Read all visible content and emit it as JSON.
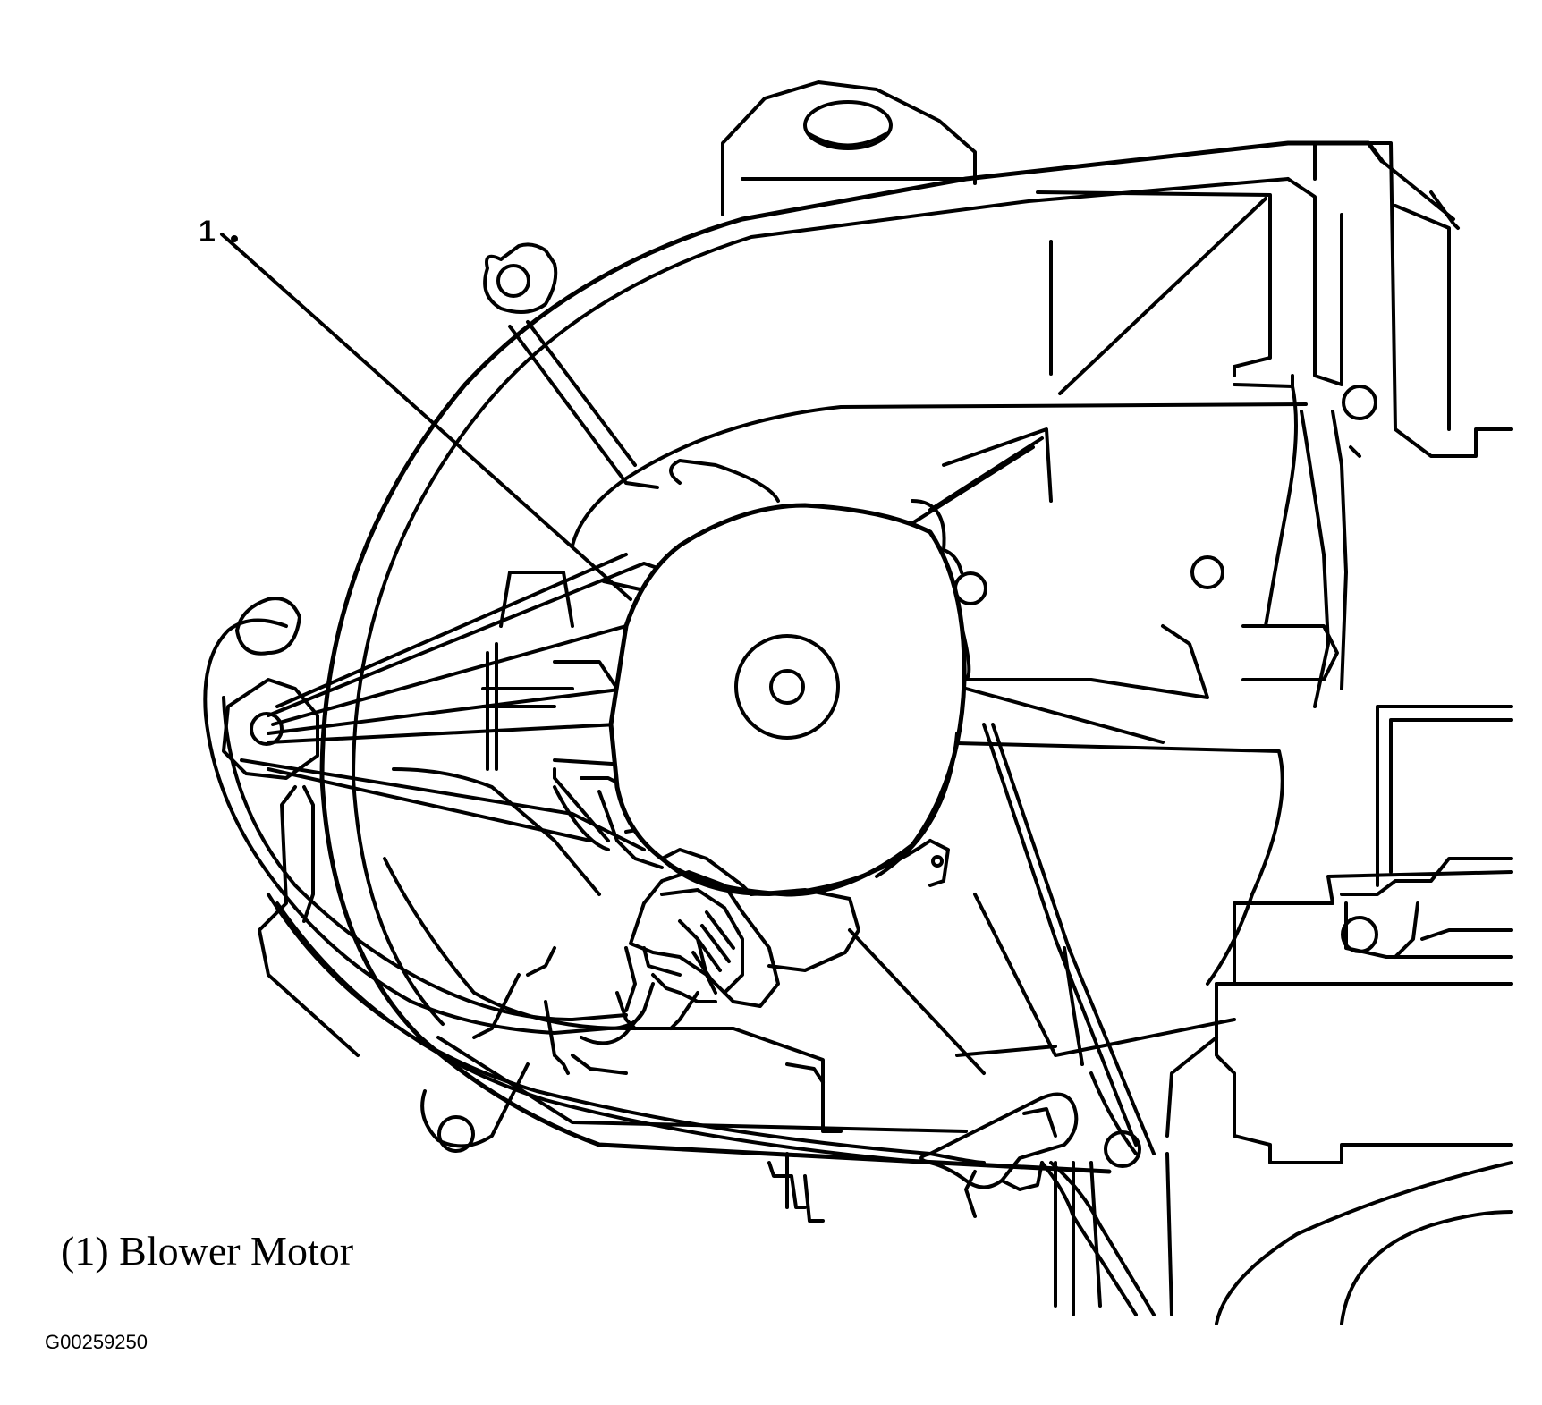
{
  "figure": {
    "callout_number": "1",
    "caption": "(1) Blower Motor",
    "figure_id": "G00259250"
  },
  "parts": [
    {
      "callout": "1",
      "name": "Blower Motor"
    }
  ]
}
